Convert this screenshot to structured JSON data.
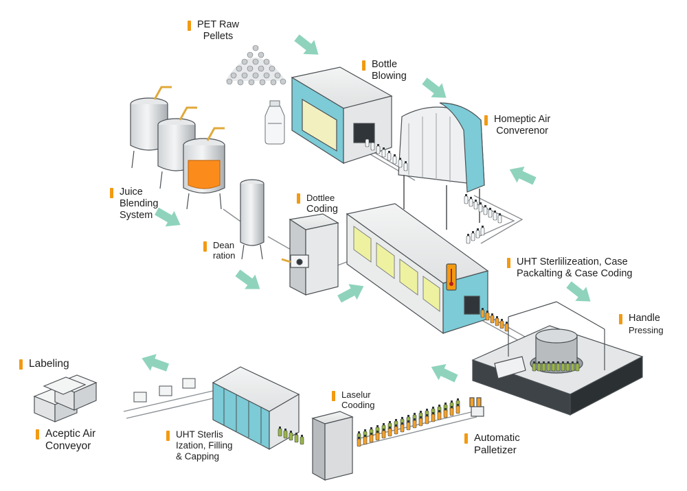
{
  "colors": {
    "label_bar": "#f29a12",
    "arrow": "#8fd3bd",
    "teal": "#7ccbd6",
    "window_yellow": "#eef2a0",
    "bottle_orange": "#f2a12b",
    "bottle_green": "#9ab44a",
    "juice": "#fb8c1c"
  },
  "labels": {
    "pet": {
      "l1": "PET Raw",
      "l2": "Pellets"
    },
    "bottle_blowing": {
      "l1": "Bottle",
      "l2": "Blowing"
    },
    "homeptic": {
      "l1": "Homeptic Air",
      "l2": "Converenor"
    },
    "juice": {
      "l1": "Juice",
      "l2": "Blending",
      "l3": "System"
    },
    "deaeration": {
      "l1": "Dean",
      "l2": "ration"
    },
    "bottle_coding": {
      "l1": "Dottlee",
      "l2": "Coding"
    },
    "uht_case": {
      "l1": "UHT Sterlilizeation, Case",
      "l2": "Packalting & Case Coding"
    },
    "handle": {
      "l1": "Handle",
      "l2": "Pressing"
    },
    "labeling": {
      "l1": "Labeling"
    },
    "aseptic": {
      "l1": "Aceptic Air",
      "l2": "Conveyor"
    },
    "uht_fill": {
      "l1": "UHT Sterlis",
      "l2": "Ization, Filling",
      "l3": "& Capping"
    },
    "laser": {
      "l1": "Laselur",
      "l2": "Cooding"
    },
    "palletizer": {
      "l1": "Automatic",
      "l2": "Palletizer"
    }
  },
  "flow_arrows": [
    {
      "id": "pellets-to-blowing",
      "direction": "right-down"
    },
    {
      "id": "blowing-to-conveyor",
      "direction": "right-down"
    },
    {
      "id": "into-conveyor-return",
      "direction": "left-down"
    },
    {
      "id": "blending-to-deaeration",
      "direction": "right-down"
    },
    {
      "id": "deaeration-to-coding",
      "direction": "right-down"
    },
    {
      "id": "coding-to-sterilization",
      "direction": "right-up"
    },
    {
      "id": "sterilization-to-handle",
      "direction": "right-down"
    },
    {
      "id": "palletizer-to-filling",
      "direction": "left-down"
    },
    {
      "id": "labeling-output",
      "direction": "left-down"
    }
  ]
}
